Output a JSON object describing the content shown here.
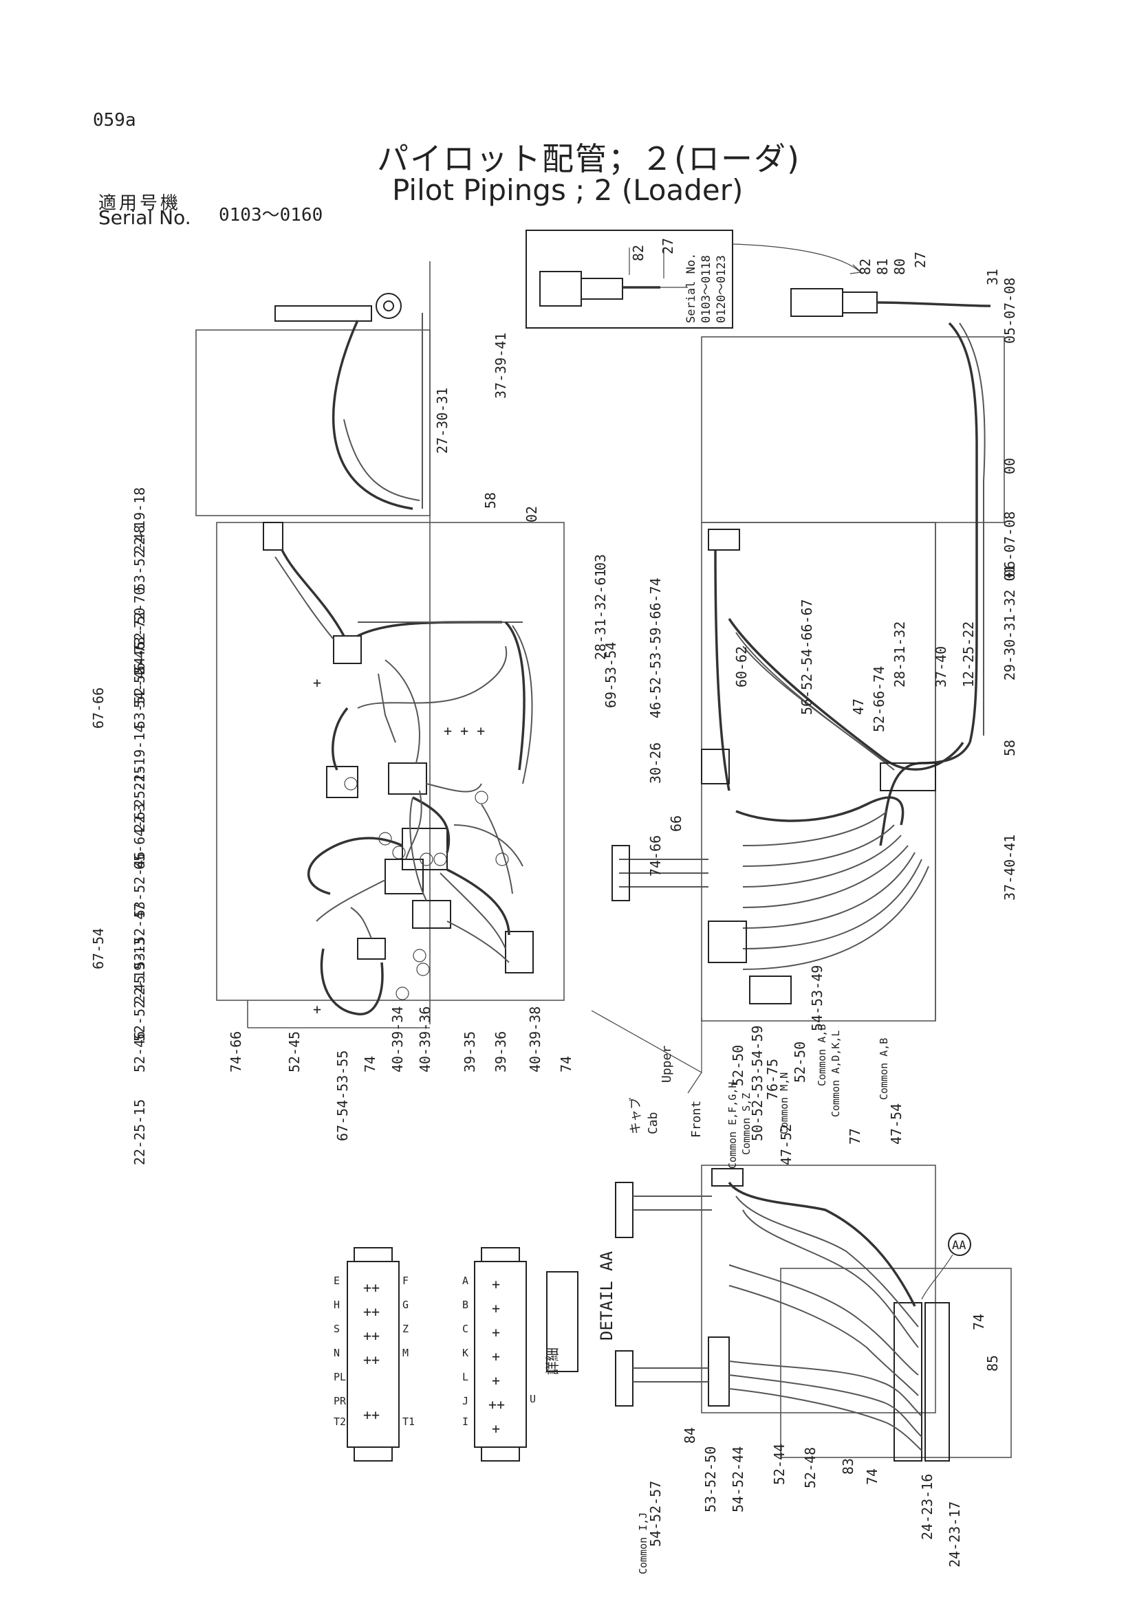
{
  "header": {
    "page_code": "059a",
    "title_jp": "パイロット配管；２(ローダ)",
    "title_en": "Pilot Pipings ; 2 (Loader)",
    "serial_label_jp": "適用号機",
    "serial_label_en": "Serial No.",
    "serial_range": "0103～0160"
  },
  "inset": {
    "labels": [
      "Serial No.",
      "0103～0118",
      "0120～0123"
    ],
    "part_labels": [
      "82",
      "27"
    ]
  },
  "left_view": {
    "callouts": [
      "37-39-41",
      "27-30-31",
      "58",
      "02",
      "03",
      "22-19-18",
      "53-52-48",
      "73-72-70",
      "54-52-50",
      "54-52-46",
      "67-66",
      "53-52-46",
      "22-19-14",
      "22-25-15",
      "65-64-63",
      "53-52-46",
      "67-54",
      "53-52-47",
      "22-19-13",
      "52-52-45",
      "52-46",
      "22-25-15",
      "28-31-32-61",
      "69-53-54",
      "46-52-53-59-66-74",
      "60-62",
      "56-52-54-66-67",
      "47",
      "52-66-74",
      "28-31-32",
      "37-40",
      "12-25-22"
    ],
    "bottom_callouts": [
      "74-66",
      "52-45",
      "67-54-53-55",
      "74",
      "40-39-34",
      "40-39-36",
      "39-35",
      "39-36",
      "40-39-38",
      "74"
    ]
  },
  "right_view": {
    "callouts": [
      "82",
      "81",
      "80",
      "27",
      "31",
      "05-07-08",
      "00",
      "06-07-08",
      "29-30-31-32 01",
      "58",
      "30-26",
      "66",
      "74-66",
      "37-40-41"
    ],
    "bottom_callouts": [
      "52-50",
      "50-52-53-54-59",
      "76-75",
      "52-50",
      "54-53-49",
      "47-52",
      "Common A,B",
      "Common A,D,K,L",
      "Common E,F,G,H",
      "Common S,Z",
      "Common M,N",
      "77",
      "47-54",
      "Common A,B"
    ],
    "direction": {
      "cab_jp": "キャブ",
      "cab_en": "Cab",
      "upper": "Upper",
      "front": "Front"
    }
  },
  "detail_view": {
    "title": "DETAIL AA",
    "title_jp": "詳細",
    "marker": "AA",
    "callouts": [
      "74",
      "85",
      "24-23-16",
      "24-23-17",
      "74",
      "83",
      "52-48",
      "52-44",
      "54-52-44",
      "53-52-50",
      "84",
      "54-52-57",
      "Common I,J"
    ]
  },
  "port_blocks": {
    "left_block_top": [
      "E",
      "H",
      "S",
      "N",
      "PL",
      "PR",
      "T2"
    ],
    "left_block_bottom": [
      "F",
      "G",
      "Z",
      "M",
      "T1"
    ],
    "right_block_top": [
      "A",
      "B",
      "C",
      "K",
      "L",
      "J",
      "I"
    ],
    "right_block_bottom": [
      "U"
    ]
  }
}
